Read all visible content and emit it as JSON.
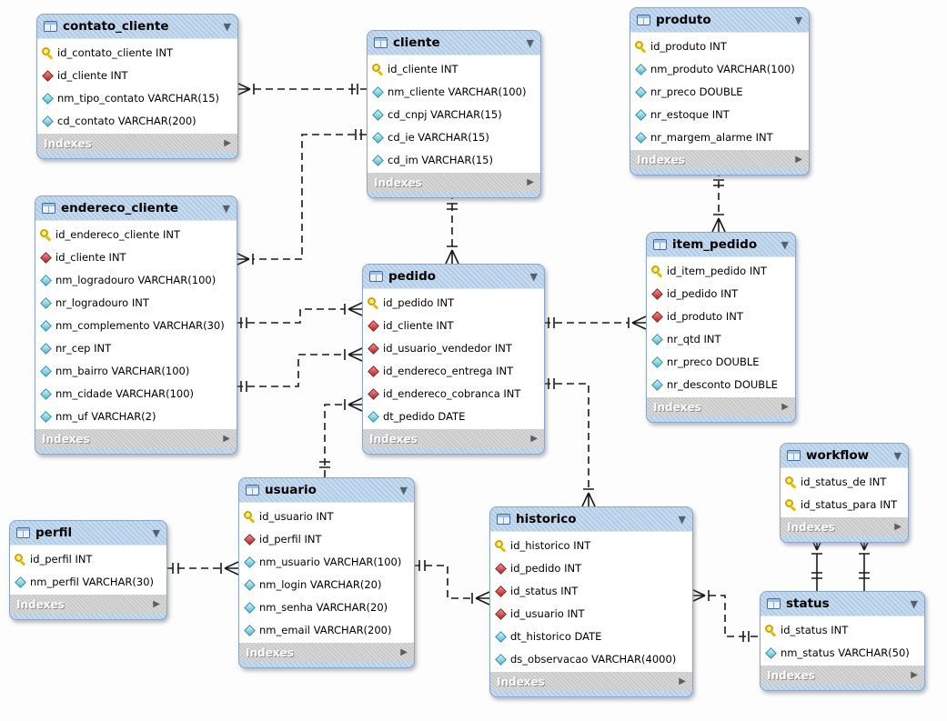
{
  "icons": {
    "collapse": "▼",
    "expand": "▶"
  },
  "colors": {
    "table_header": "#b9d3ec",
    "table_body": "#ffffff",
    "indexes_bar": "#c9c9c9",
    "primary_key_icon": "#e2bb00",
    "foreign_key_icon": "#bf1f1f",
    "attribute_icon": "#55b9cf",
    "relationship_line": "#1a1a1a"
  },
  "tables": [
    {
      "name": "contato_cliente",
      "footer": "Indexes",
      "columns": [
        {
          "icon": "primary-key",
          "text": "id_contato_cliente INT"
        },
        {
          "icon": "foreign-key",
          "text": "id_cliente INT"
        },
        {
          "icon": "attribute",
          "text": "nm_tipo_contato VARCHAR(15)"
        },
        {
          "icon": "attribute",
          "text": "cd_contato VARCHAR(200)"
        }
      ]
    },
    {
      "name": "cliente",
      "footer": "Indexes",
      "columns": [
        {
          "icon": "primary-key",
          "text": "id_cliente INT"
        },
        {
          "icon": "attribute",
          "text": "nm_cliente VARCHAR(100)"
        },
        {
          "icon": "attribute",
          "text": "cd_cnpj VARCHAR(15)"
        },
        {
          "icon": "attribute",
          "text": "cd_ie VARCHAR(15)"
        },
        {
          "icon": "attribute",
          "text": "cd_im VARCHAR(15)"
        }
      ]
    },
    {
      "name": "produto",
      "footer": "Indexes",
      "columns": [
        {
          "icon": "primary-key",
          "text": "id_produto INT"
        },
        {
          "icon": "attribute",
          "text": "nm_produto VARCHAR(100)"
        },
        {
          "icon": "attribute",
          "text": "nr_preco DOUBLE"
        },
        {
          "icon": "attribute",
          "text": "nr_estoque INT"
        },
        {
          "icon": "attribute",
          "text": "nr_margem_alarme INT"
        }
      ]
    },
    {
      "name": "endereco_cliente",
      "footer": "Indexes",
      "columns": [
        {
          "icon": "primary-key",
          "text": "id_endereco_cliente INT"
        },
        {
          "icon": "foreign-key",
          "text": "id_cliente INT"
        },
        {
          "icon": "attribute",
          "text": "nm_logradouro VARCHAR(100)"
        },
        {
          "icon": "attribute",
          "text": "nr_logradouro INT"
        },
        {
          "icon": "attribute",
          "text": "nm_complemento VARCHAR(30)"
        },
        {
          "icon": "attribute",
          "text": "nr_cep INT"
        },
        {
          "icon": "attribute",
          "text": "nm_bairro VARCHAR(100)"
        },
        {
          "icon": "attribute",
          "text": "nm_cidade VARCHAR(100)"
        },
        {
          "icon": "attribute",
          "text": "nm_uf VARCHAR(2)"
        }
      ]
    },
    {
      "name": "pedido",
      "footer": "Indexes",
      "columns": [
        {
          "icon": "primary-key",
          "text": "id_pedido INT"
        },
        {
          "icon": "foreign-key",
          "text": "id_cliente INT"
        },
        {
          "icon": "foreign-key",
          "text": "id_usuario_vendedor INT"
        },
        {
          "icon": "foreign-key",
          "text": "id_endereco_entrega INT"
        },
        {
          "icon": "foreign-key",
          "text": "id_endereco_cobranca INT"
        },
        {
          "icon": "attribute",
          "text": "dt_pedido DATE"
        }
      ]
    },
    {
      "name": "item_pedido",
      "footer": "Indexes",
      "columns": [
        {
          "icon": "primary-key",
          "text": "id_item_pedido INT"
        },
        {
          "icon": "foreign-key",
          "text": "id_pedido INT"
        },
        {
          "icon": "foreign-key",
          "text": "id_produto INT"
        },
        {
          "icon": "attribute",
          "text": "nr_qtd INT"
        },
        {
          "icon": "attribute",
          "text": "nr_preco DOUBLE"
        },
        {
          "icon": "attribute",
          "text": "nr_desconto DOUBLE"
        }
      ]
    },
    {
      "name": "usuario",
      "footer": "Indexes",
      "columns": [
        {
          "icon": "primary-key",
          "text": "id_usuario INT"
        },
        {
          "icon": "foreign-key",
          "text": "id_perfil INT"
        },
        {
          "icon": "attribute",
          "text": "nm_usuario VARCHAR(100)"
        },
        {
          "icon": "attribute",
          "text": "nm_login VARCHAR(20)"
        },
        {
          "icon": "attribute",
          "text": "nm_senha VARCHAR(20)"
        },
        {
          "icon": "attribute",
          "text": "nm_email VARCHAR(200)"
        }
      ]
    },
    {
      "name": "perfil",
      "footer": "Indexes",
      "columns": [
        {
          "icon": "primary-key",
          "text": "id_perfil INT"
        },
        {
          "icon": "attribute",
          "text": "nm_perfil VARCHAR(30)"
        }
      ]
    },
    {
      "name": "historico",
      "footer": "Indexes",
      "columns": [
        {
          "icon": "primary-key",
          "text": "id_historico INT"
        },
        {
          "icon": "foreign-key",
          "text": "id_pedido INT"
        },
        {
          "icon": "foreign-key",
          "text": "id_status INT"
        },
        {
          "icon": "foreign-key",
          "text": "id_usuario INT"
        },
        {
          "icon": "attribute",
          "text": "dt_historico DATE"
        },
        {
          "icon": "attribute",
          "text": "ds_observacao VARCHAR(4000)"
        }
      ]
    },
    {
      "name": "workflow",
      "footer": "Indexes",
      "columns": [
        {
          "icon": "primary-key",
          "text": "id_status_de INT"
        },
        {
          "icon": "primary-key",
          "text": "id_status_para INT"
        }
      ]
    },
    {
      "name": "status",
      "footer": "Indexes",
      "columns": [
        {
          "icon": "primary-key",
          "text": "id_status INT"
        },
        {
          "icon": "attribute",
          "text": "nm_status VARCHAR(50)"
        }
      ]
    }
  ],
  "relationships": [
    {
      "from": "contato_cliente",
      "to": "cliente",
      "type": "non-identifying",
      "cardinality": "many-to-one"
    },
    {
      "from": "endereco_cliente",
      "to": "cliente",
      "type": "non-identifying",
      "cardinality": "many-to-one"
    },
    {
      "from": "pedido",
      "to": "cliente",
      "type": "non-identifying",
      "cardinality": "many-to-one"
    },
    {
      "from": "pedido",
      "to": "endereco_cliente",
      "type": "non-identifying",
      "cardinality": "many-to-one"
    },
    {
      "from": "pedido",
      "to": "endereco_cliente",
      "type": "non-identifying",
      "cardinality": "many-to-one"
    },
    {
      "from": "pedido",
      "to": "usuario",
      "type": "non-identifying",
      "cardinality": "many-to-one"
    },
    {
      "from": "item_pedido",
      "to": "pedido",
      "type": "non-identifying",
      "cardinality": "many-to-one"
    },
    {
      "from": "item_pedido",
      "to": "produto",
      "type": "non-identifying",
      "cardinality": "many-to-one"
    },
    {
      "from": "usuario",
      "to": "perfil",
      "type": "non-identifying",
      "cardinality": "many-to-one"
    },
    {
      "from": "historico",
      "to": "usuario",
      "type": "non-identifying",
      "cardinality": "many-to-one"
    },
    {
      "from": "historico",
      "to": "pedido",
      "type": "non-identifying",
      "cardinality": "many-to-one"
    },
    {
      "from": "historico",
      "to": "status",
      "type": "non-identifying",
      "cardinality": "many-to-one"
    },
    {
      "from": "workflow",
      "to": "status",
      "type": "identifying",
      "cardinality": "many-to-one"
    },
    {
      "from": "workflow",
      "to": "status",
      "type": "identifying",
      "cardinality": "many-to-one"
    }
  ]
}
